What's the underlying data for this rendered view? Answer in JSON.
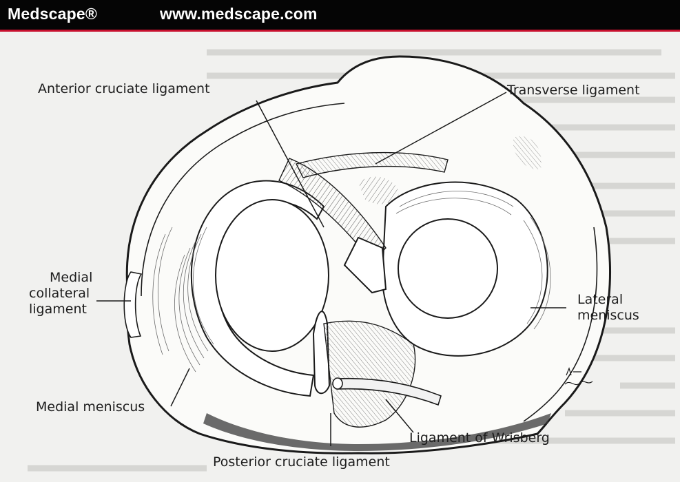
{
  "header": {
    "brand": "Medscape®",
    "url": "www.medscape.com"
  },
  "labels": {
    "anterior_cruciate": "Anterior cruciate ligament",
    "transverse": "Transverse ligament",
    "medial_collateral": [
      "Medial",
      "collateral",
      "ligament"
    ],
    "lateral_meniscus": [
      "Lateral",
      "meniscus"
    ],
    "medial_meniscus": "Medial meniscus",
    "wrisberg": "Ligament of Wrisberg",
    "posterior_cruciate": "Posterior cruciate ligament"
  },
  "colors": {
    "header_bg": "#050505",
    "header_text": "#ffffff",
    "accent_red": "#c8102e",
    "ink": "#1d1d1d"
  }
}
